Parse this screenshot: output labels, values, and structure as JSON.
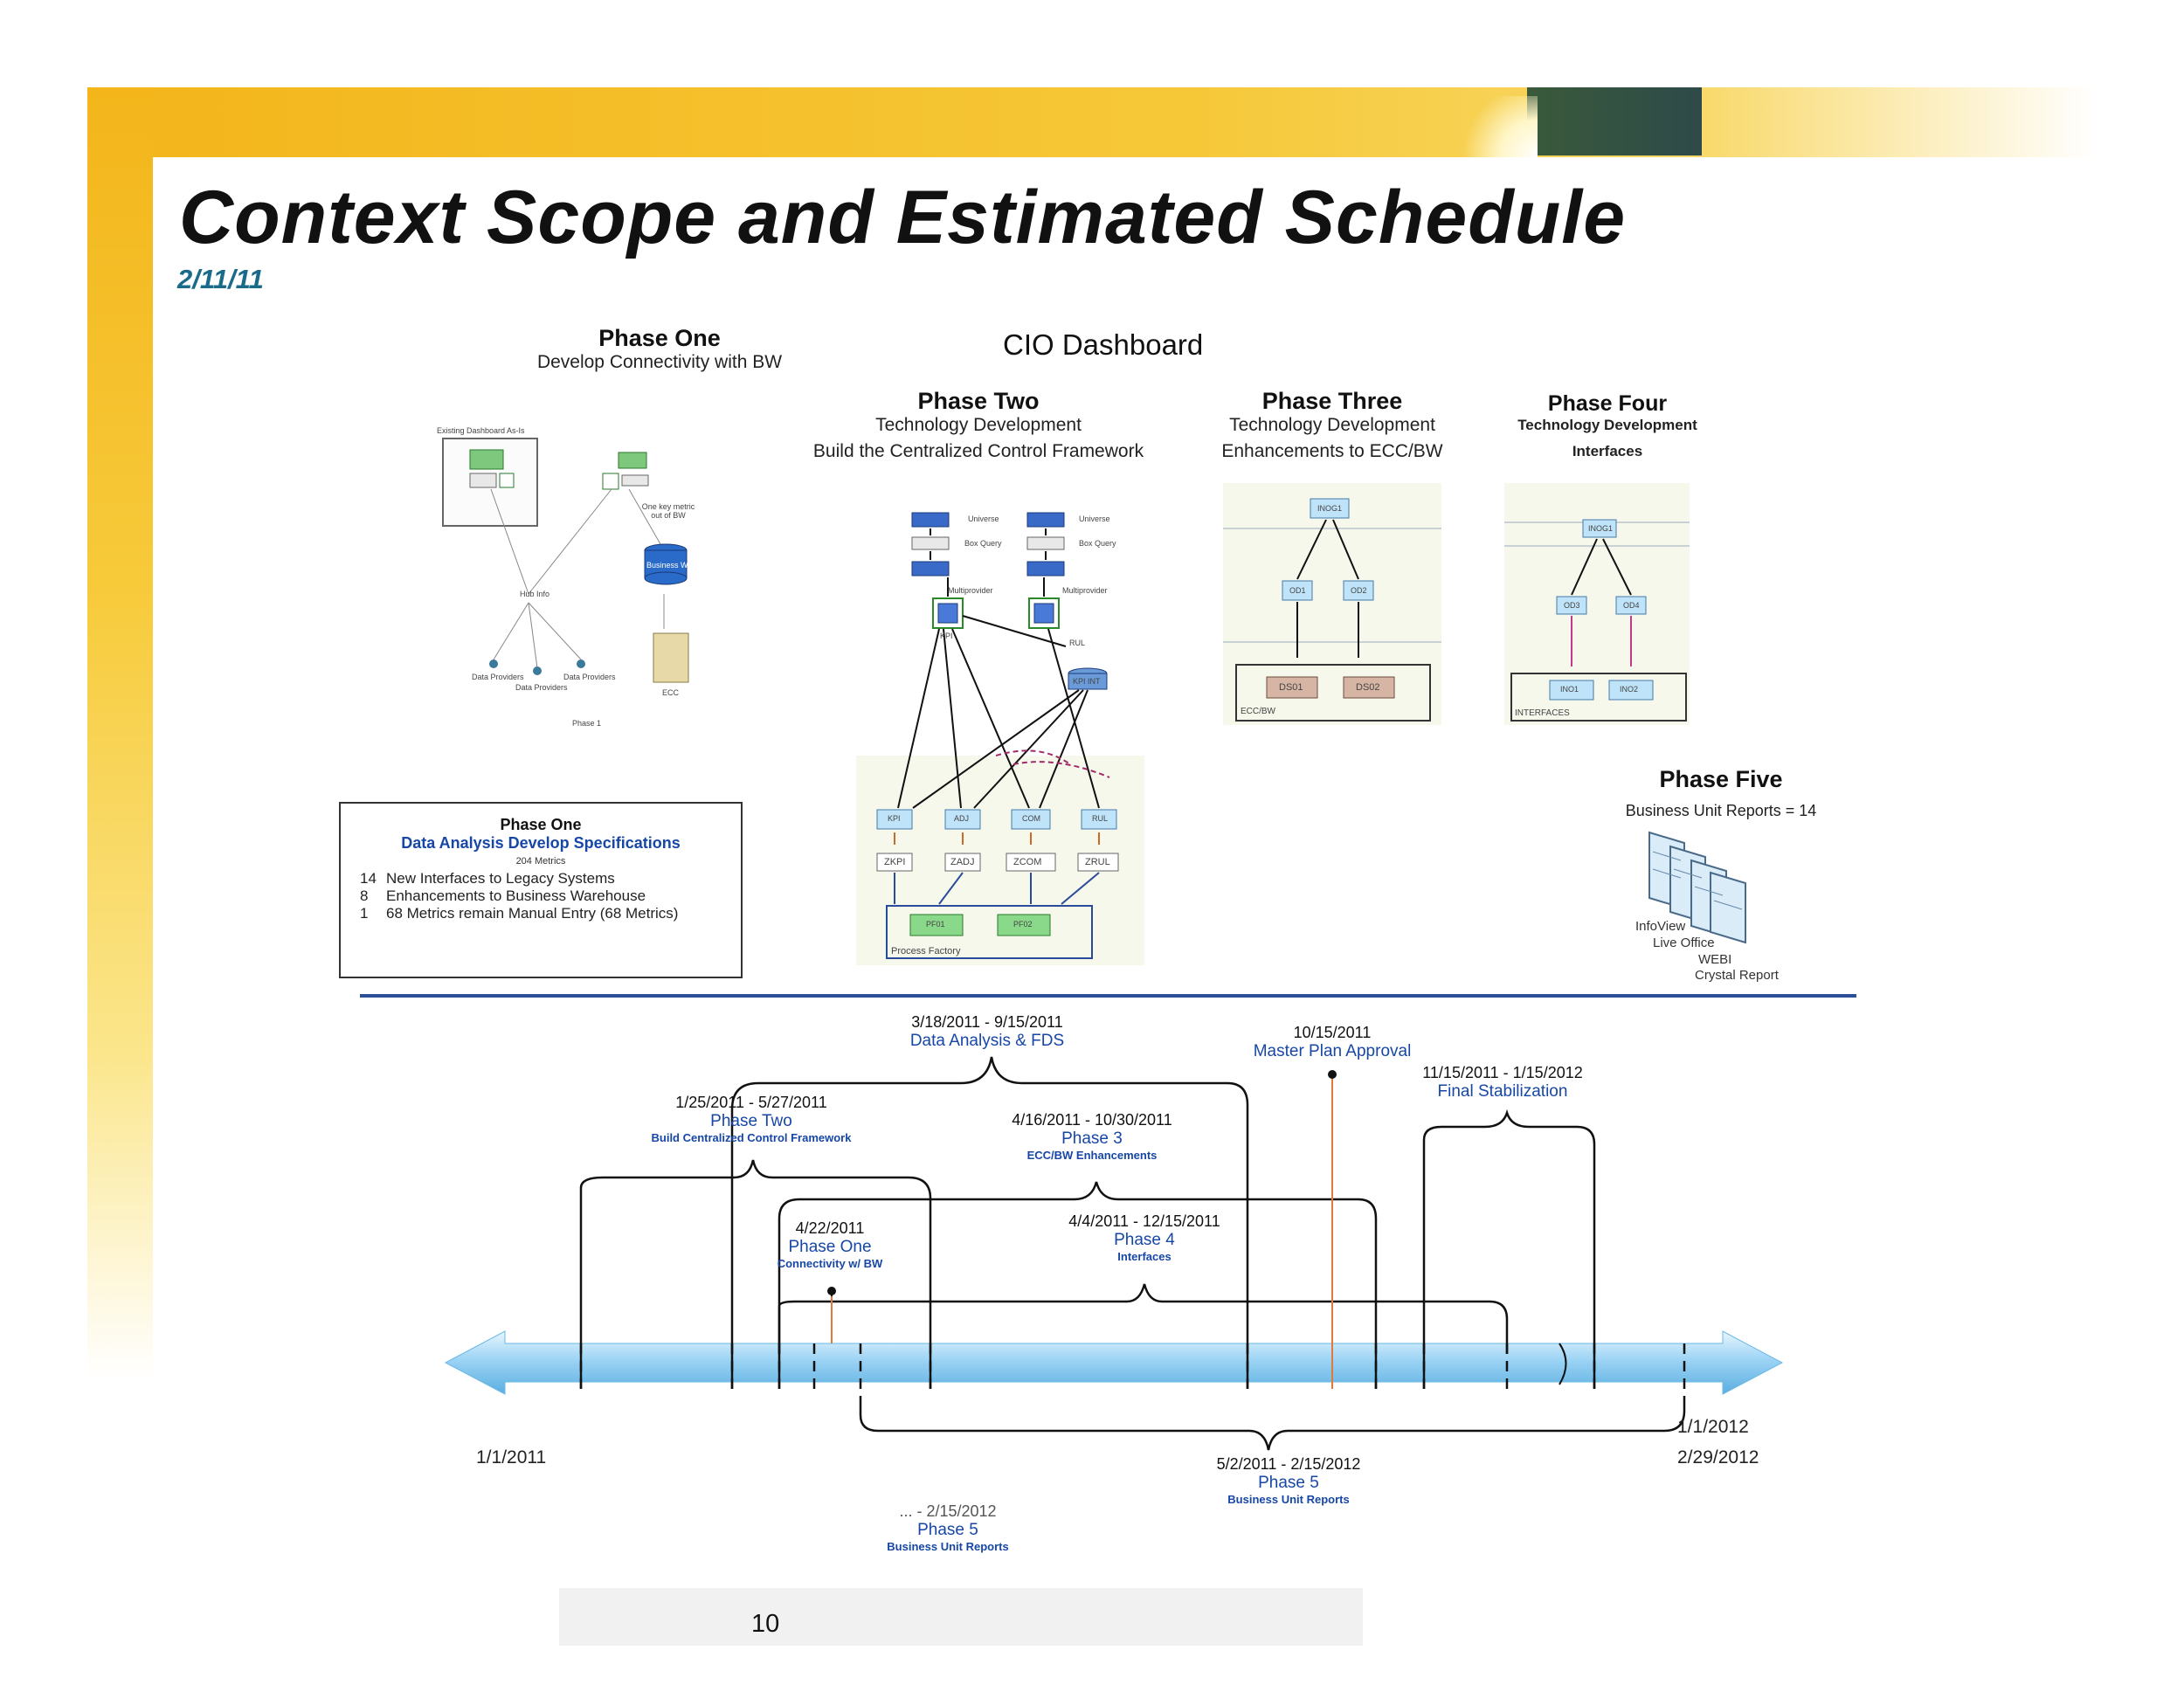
{
  "slide": {
    "title": "Context Scope and Estimated Schedule",
    "date": "2/11/11",
    "page_number": "10"
  },
  "phase_one_header": {
    "title": "Phase One",
    "subtitle": "Develop Connectivity with BW"
  },
  "cio_dashboard_label": "CIO Dashboard",
  "phase_two_header": {
    "title": "Phase Two",
    "line1": "Technology Development",
    "line2": "Build the Centralized Control Framework"
  },
  "phase_three_header": {
    "title": "Phase Three",
    "line1": "Technology Development",
    "line2": "Enhancements to ECC/BW"
  },
  "phase_four_header": {
    "title": "Phase Four",
    "line1": "Technology Development",
    "line2": "Interfaces"
  },
  "phase_five_header": {
    "title": "Phase Five",
    "subtitle": "Business Unit Reports = 14"
  },
  "phase_one_diagram": {
    "top_label": "Existing Dashboard As-Is",
    "note": "One key metric out of BW",
    "hub": "Hub Info",
    "db": "Business Warehouse",
    "server": "ECC",
    "data_providers": [
      "Data Providers",
      "Data Providers",
      "Data Providers"
    ],
    "caption": "Phase 1"
  },
  "phase_two_diagram": {
    "universe": [
      "Universe",
      "Universe"
    ],
    "box_query": [
      "Box Query",
      "Box Query"
    ],
    "multiprovider": [
      "Multiprovider",
      "Multiprovider"
    ],
    "kpi_side": "KPI",
    "rul_side": "RUL",
    "kpi_int": "KPI INT",
    "cubes": [
      "KPI",
      "ADJ",
      "COM",
      "RUL"
    ],
    "z_tables": [
      "ZKPI",
      "ZADJ",
      "ZCOM",
      "ZRUL"
    ],
    "pf": [
      "PF01",
      "PF02"
    ],
    "pf_label": "Process Factory"
  },
  "phase_three_diagram": {
    "top": "INOG1",
    "mid": [
      "OD1",
      "OD2"
    ],
    "bottom": [
      "DS01",
      "DS02"
    ],
    "label": "ECC/BW"
  },
  "phase_four_diagram": {
    "top": "INOG1",
    "mid": [
      "OD3",
      "OD4"
    ],
    "bottom": [
      "INO1",
      "INO2"
    ],
    "label": "INTERFACES"
  },
  "phase_five_tools": [
    "InfoView",
    "Live Office",
    "WEBI",
    "Crystal Report"
  ],
  "data_analysis_box": {
    "title": "Phase One",
    "subtitle": "Data Analysis Develop Specifications",
    "metrics": "204 Metrics",
    "rows": [
      {
        "num": "14",
        "text": "New Interfaces to Legacy Systems"
      },
      {
        "num": "8",
        "text": "Enhancements to Business Warehouse"
      },
      {
        "num": "1",
        "text": "68 Metrics remain Manual Entry (68 Metrics)"
      }
    ]
  },
  "timeline": {
    "start": "1/1/2011",
    "end": "2/29/2012",
    "mid_marker": "1/1/2012",
    "events": [
      {
        "dates": "3/18/2011 - 9/15/2011",
        "name": "Data Analysis & FDS",
        "sub": ""
      },
      {
        "dates": "10/15/2011",
        "name": "Master Plan Approval",
        "sub": ""
      },
      {
        "dates": "11/15/2011 - 1/15/2012",
        "name": "Final Stabilization",
        "sub": ""
      },
      {
        "dates": "1/25/2011 - 5/27/2011",
        "name": "Phase Two",
        "sub": "Build Centralized Control Framework"
      },
      {
        "dates": "4/16/2011 - 10/30/2011",
        "name": "Phase 3",
        "sub": "ECC/BW Enhancements"
      },
      {
        "dates": "4/22/2011",
        "name": "Phase One",
        "sub": "Connectivity w/ BW"
      },
      {
        "dates": "4/4/2011 - 12/15/2011",
        "name": "Phase 4",
        "sub": "Interfaces"
      },
      {
        "dates": "5/2/2011 - 2/15/2012",
        "name": "Phase 5",
        "sub": "Business Unit Reports"
      },
      {
        "dates": "... - 2/15/2012",
        "name": "Phase 5",
        "sub": "Business Unit Reports"
      }
    ]
  },
  "colors": {
    "frame_yellow": "#f3b51a",
    "accent_blue": "#1747a6",
    "divider_blue": "#2d4f9a",
    "timeline_blue": "#9dd4f5"
  }
}
